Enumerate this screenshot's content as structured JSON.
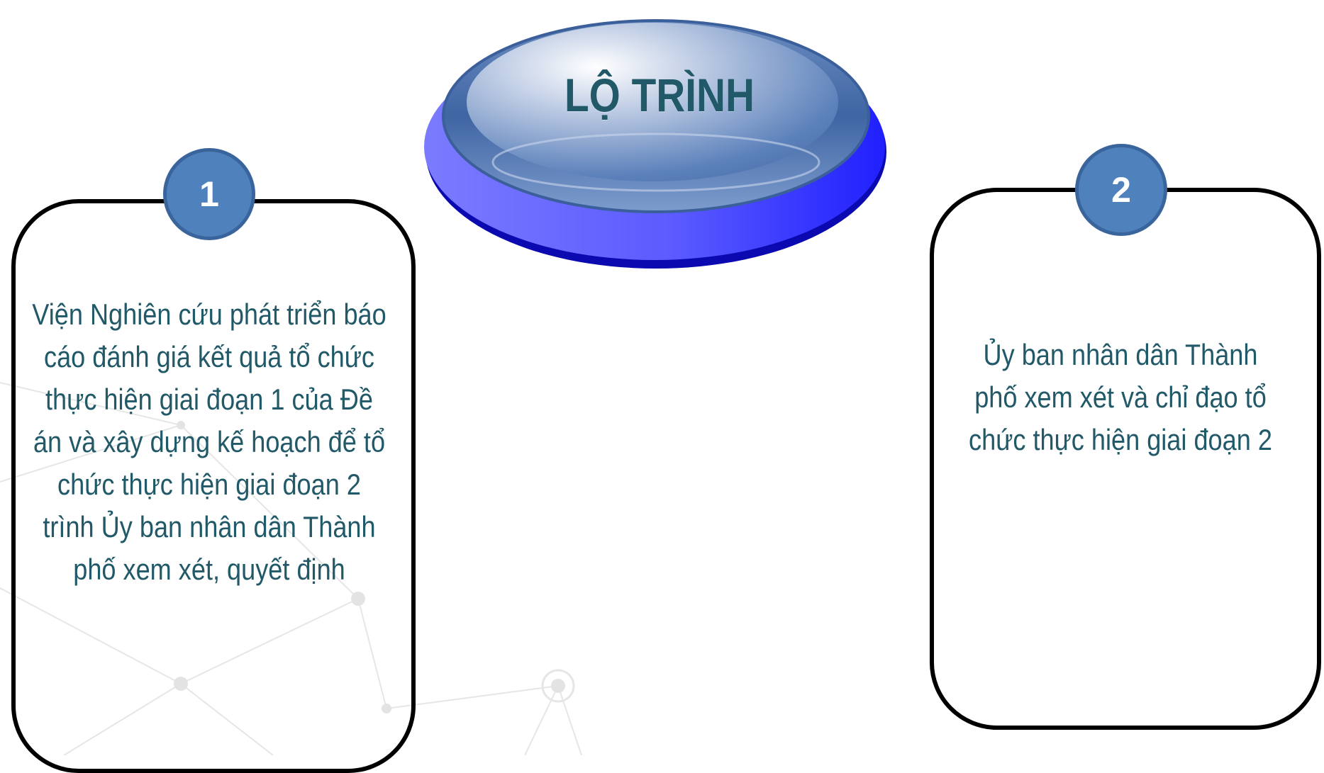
{
  "title": "LỘ TRÌNH",
  "steps": [
    {
      "number": "1",
      "text": "Viện Nghiên cứu phát triển báo cáo đánh giá kết quả tổ chức thực hiện giai đoạn 1 của Đề án và xây dựng kế hoạch để tổ chức thực hiện giai đoạn 2 trình Ủy ban nhân dân Thành phố xem xét, quyết định"
    },
    {
      "number": "2",
      "text": "Ủy ban nhân dân Thành phố xem xét và chỉ đạo tổ chức thực hiện giai đoạn 2"
    }
  ],
  "colors": {
    "text": "#215968",
    "badge": "#4f81bd",
    "title_plate_outer": "#3a3aff",
    "card_border": "#000000"
  }
}
